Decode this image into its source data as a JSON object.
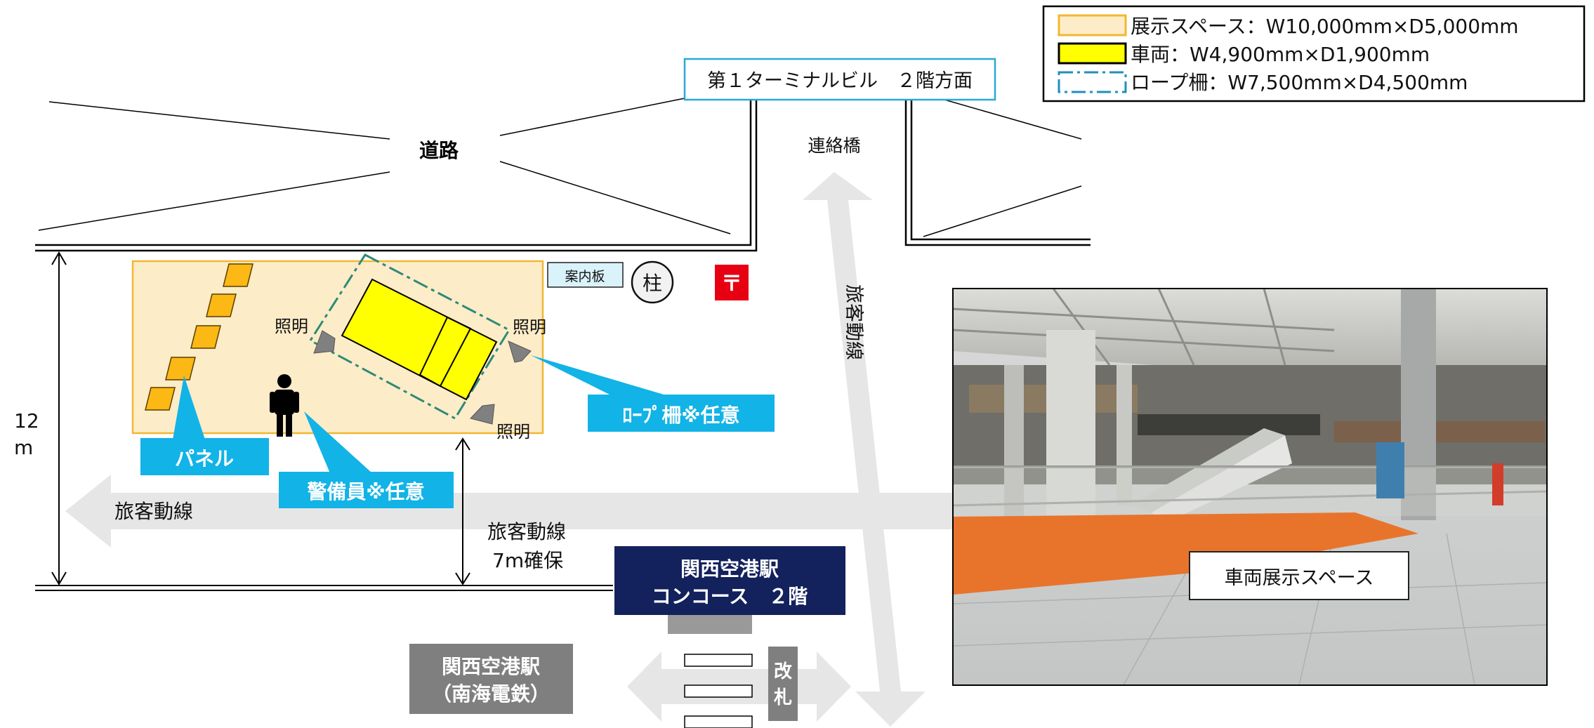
{
  "legend": {
    "items": [
      {
        "label": "展示スペース：W10,000mm×D5,000mm",
        "fill": "#fdecc8",
        "stroke": "#f2b732",
        "kind": "rect"
      },
      {
        "label": "車両：W4,900mm×D1,900mm",
        "fill": "#ffff00",
        "stroke": "#000000",
        "kind": "rect"
      },
      {
        "label": "ロープ柵：W7,500mm×D4,500mm",
        "fill": "#ffffff",
        "stroke": "#1f8fbf",
        "kind": "dashdot"
      }
    ]
  },
  "labels": {
    "terminal": "第１ターミナルビル　２階方面",
    "road": "道路",
    "bridge": "連絡橋",
    "info_board": "案内板",
    "pillar": "柱",
    "light_1": "照明",
    "light_2": "照明",
    "light_3": "照明",
    "passenger_flow_vertical": "旅客動線",
    "passenger_flow_horizontal": "旅客動線",
    "passenger_flow_secured_1": "旅客動線",
    "passenger_flow_secured_2": "7m確保",
    "width_1": "12",
    "width_2": "m",
    "panel": "パネル",
    "guard": "警備員※任意",
    "rope": "ﾛｰﾌﾟ柵※任意",
    "concourse_1": "関西空港駅",
    "concourse_2": "コンコース　２階",
    "nankai_1": "関西空港駅",
    "nankai_2": "（南海電鉄）",
    "gate_1": "改",
    "gate_2": "札",
    "photo_caption": "車両展示スペース"
  },
  "colors": {
    "callout": "#12b3e6",
    "concourse": "#13215c",
    "nankai": "#7f7f7f",
    "arrow": "#e6e6e6",
    "orange_floor": "#e8742c",
    "post_red": "#e60012"
  }
}
